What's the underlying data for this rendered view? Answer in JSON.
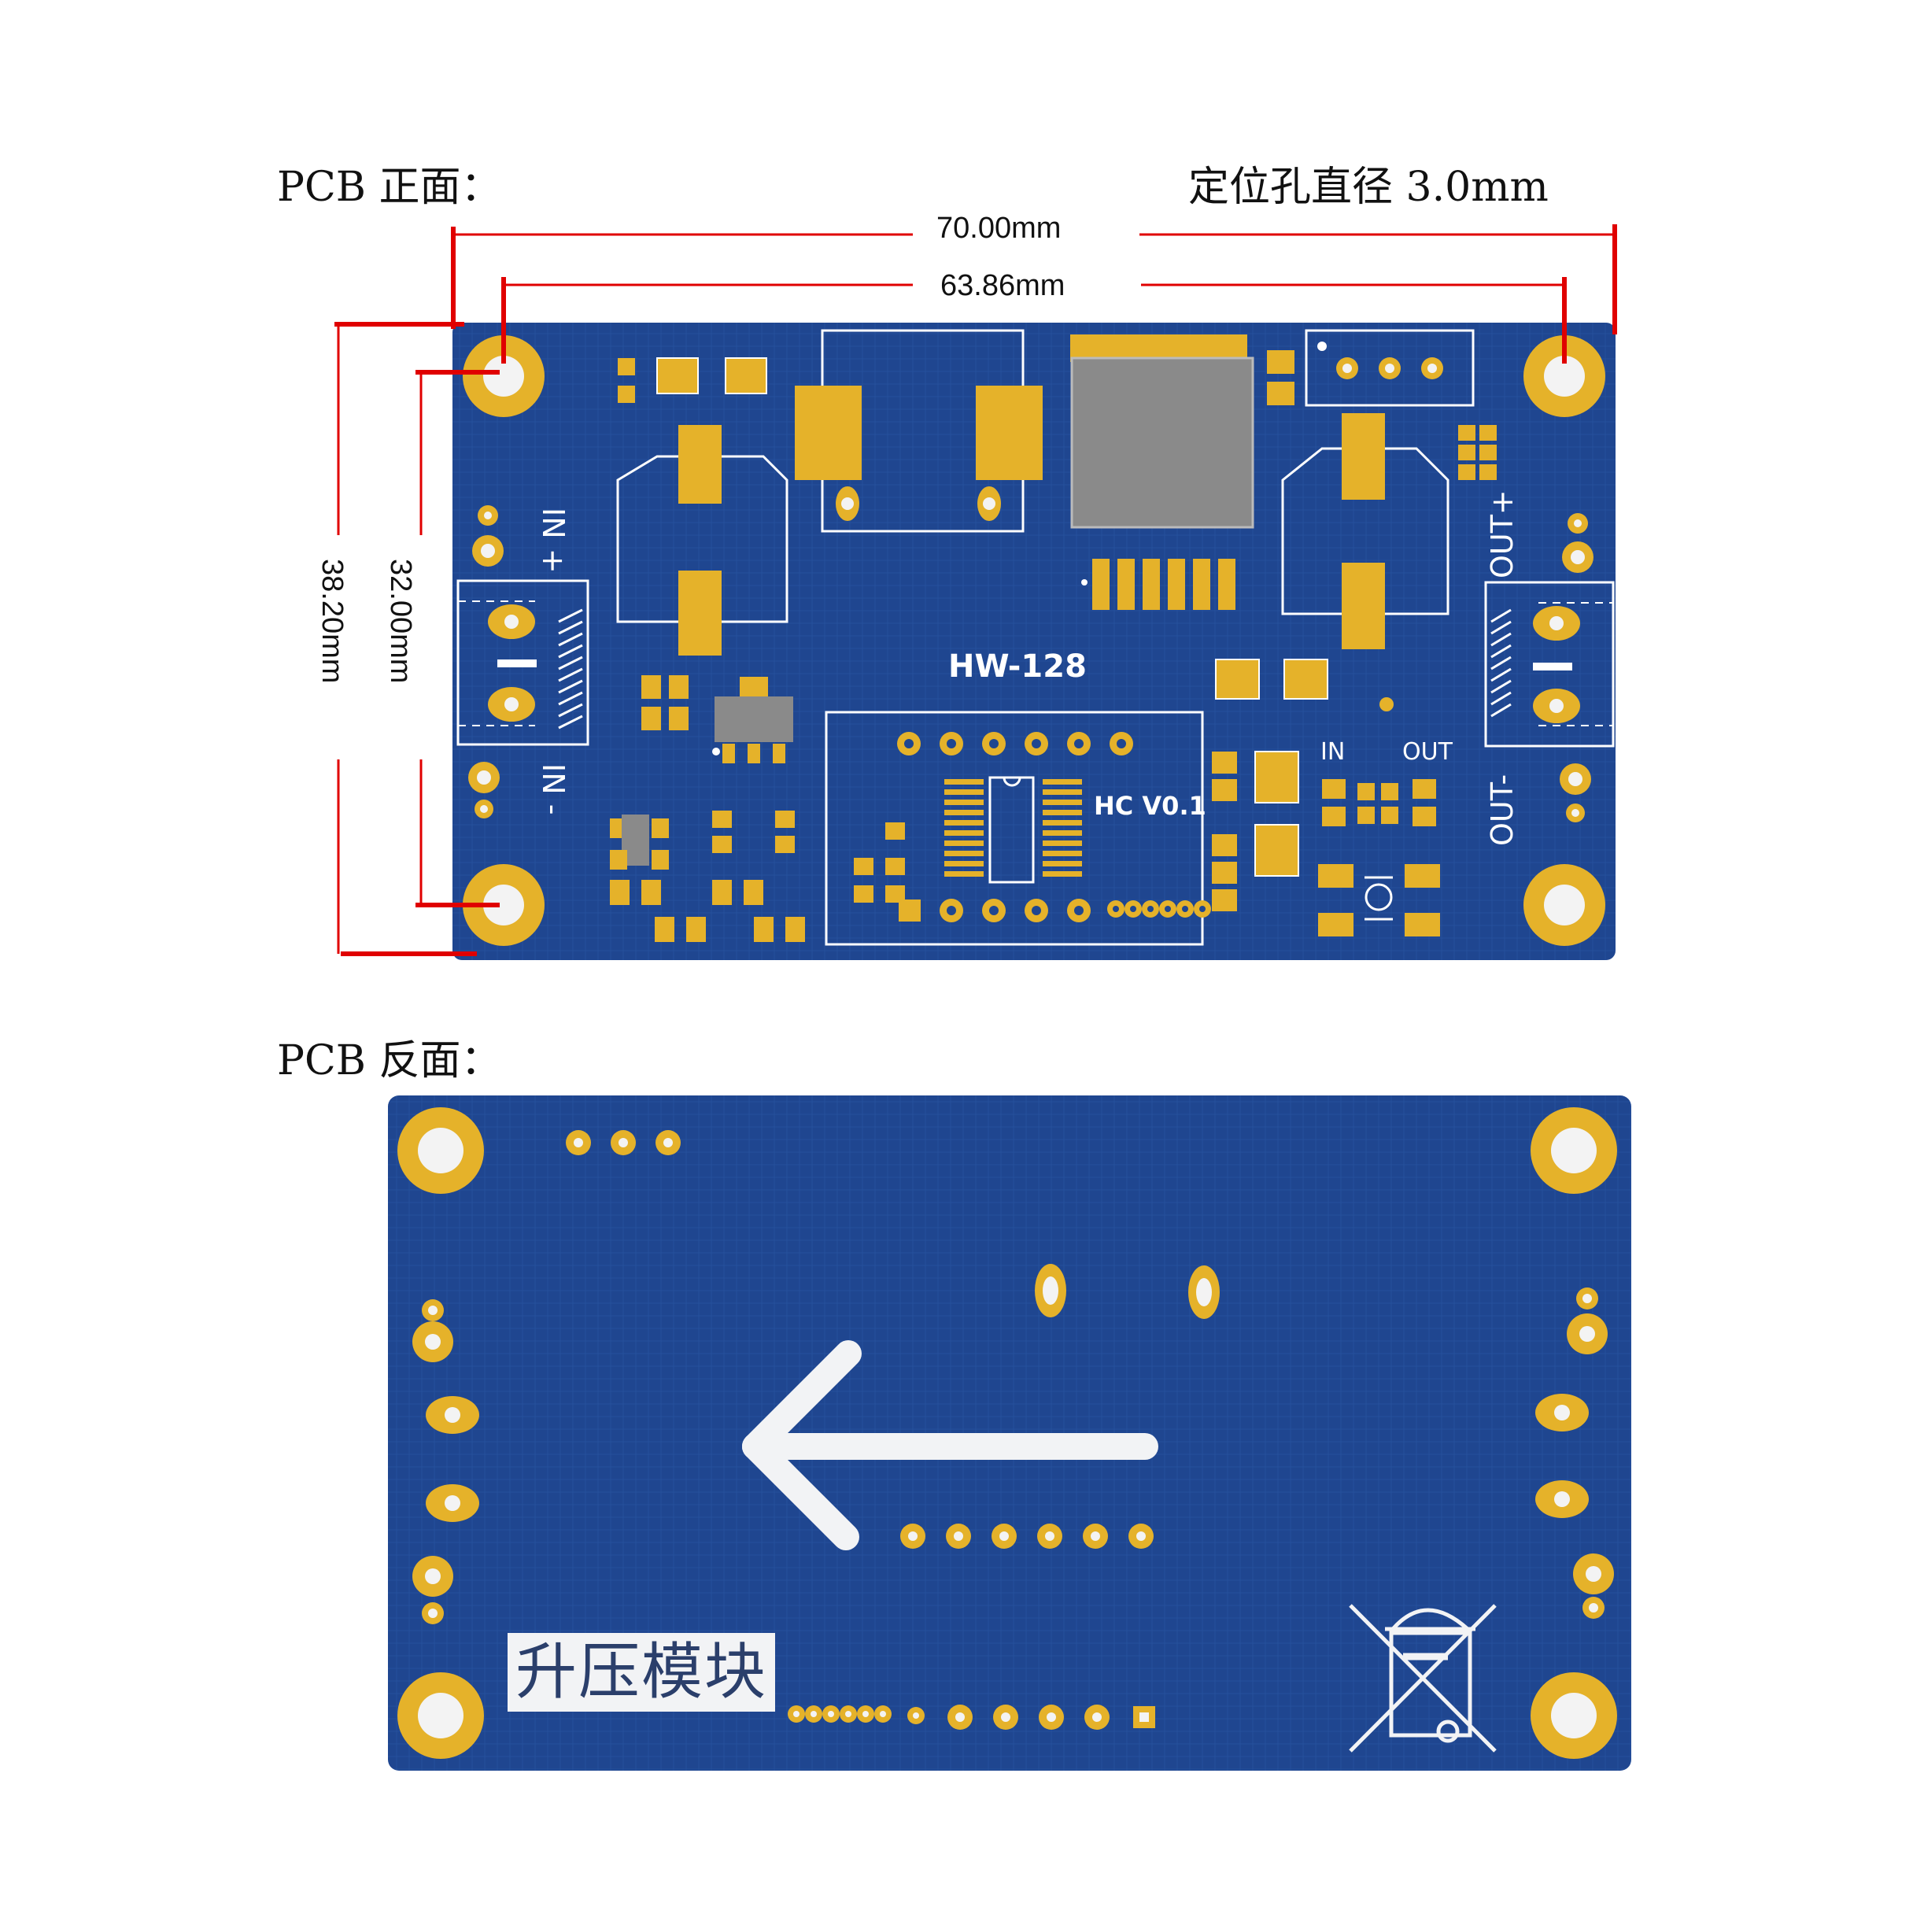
{
  "front": {
    "title": "PCB 正面：",
    "hole_note": "定位孔直径 3.0mm",
    "dims": {
      "width_outer": "70.00mm",
      "width_holes": "63.86mm",
      "height_outer": "38.20mm",
      "height_holes": "32.00mm"
    },
    "silk": {
      "model": "HW-128",
      "chip": "HC V0.1",
      "in_plus": "IN +",
      "in_minus": "IN -",
      "out_plus": "OUT+",
      "out_minus": "OUT-",
      "in": "IN",
      "out": "OUT"
    }
  },
  "back": {
    "title": "PCB 反面：",
    "module_label": "升压模块"
  },
  "colors": {
    "pcb": "#1f4690",
    "pad": "#e5b22a",
    "dim_line": "#e00000",
    "silk": "#ffffff",
    "inductor": "#8a8a8a"
  }
}
